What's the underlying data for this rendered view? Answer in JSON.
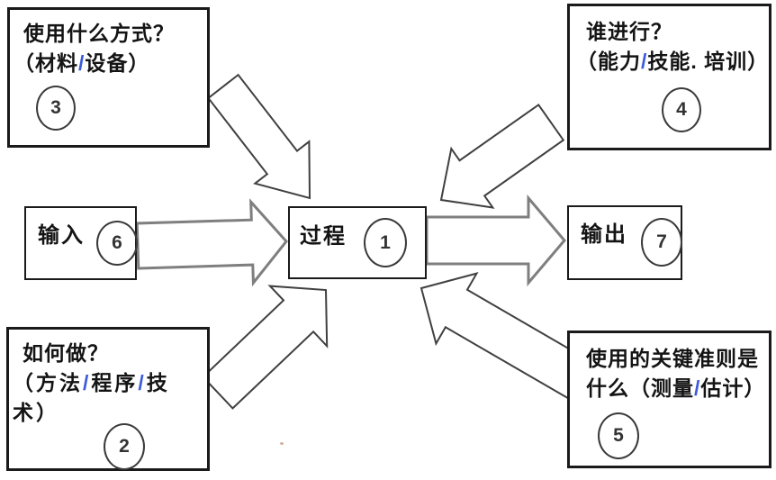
{
  "boxes": {
    "method": {
      "lines": [
        "使用什么方式？",
        "（材料/设备）"
      ],
      "number": "3"
    },
    "who": {
      "lines": [
        "谁进行？",
        "（能力/技能. 培训）"
      ],
      "number": "4"
    },
    "input": {
      "label": "输入",
      "number": "6"
    },
    "process": {
      "label": "过程",
      "number": "1"
    },
    "output": {
      "label": "输出",
      "number": "7"
    },
    "how": {
      "lines": [
        "如何做？",
        "（方法/程序/技",
        "术）"
      ],
      "number": "2"
    },
    "criteria": {
      "lines": [
        "使用的关键准则是",
        "什么（测量/估计）"
      ],
      "number": "5"
    }
  },
  "colors": {
    "box_border": "#1a1a1a",
    "text": "#141414",
    "number": "#333333",
    "slash": "#3b5bdb",
    "arrow_horizontal_outline": "#7f7f7f",
    "arrow_diagonal_outline": "#404040",
    "background": "#ffffff"
  }
}
